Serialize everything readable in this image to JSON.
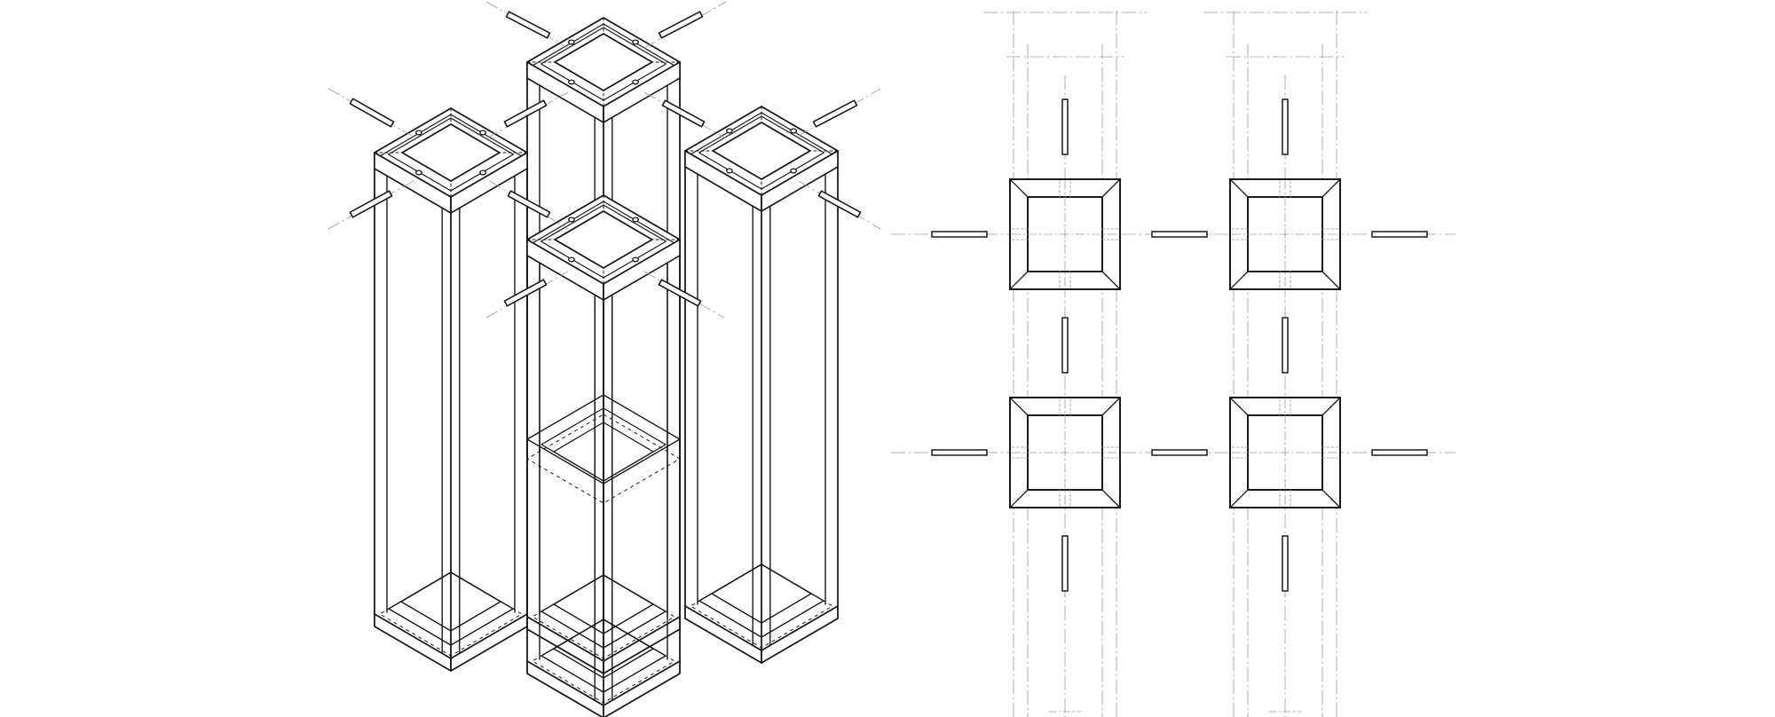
{
  "drawing": {
    "stroke_color": "#1a1a1a",
    "centerline_color": "#9a9a9a",
    "background": "#ffffff"
  },
  "isometric_view": {
    "units": [
      {
        "id": "column-back"
      },
      {
        "id": "column-left"
      },
      {
        "id": "column-right"
      },
      {
        "id": "column-front"
      }
    ]
  },
  "plan_view": {
    "rows": 2,
    "cols": 2
  }
}
